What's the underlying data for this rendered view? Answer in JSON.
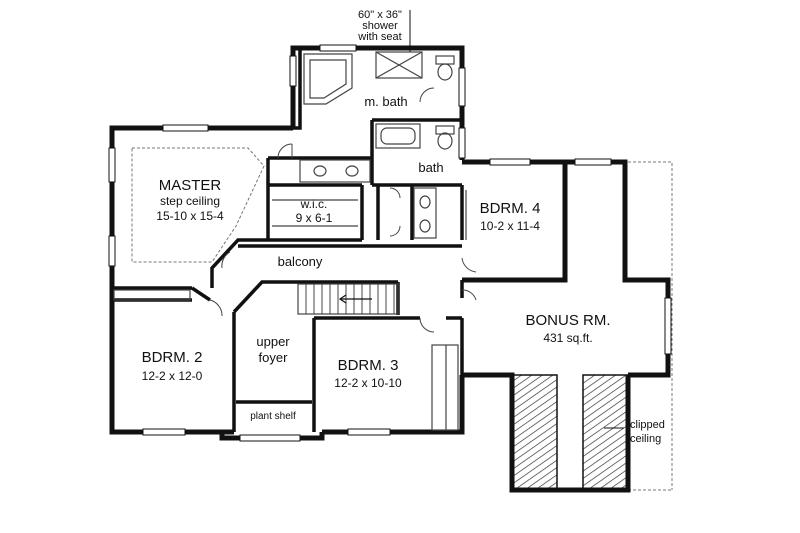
{
  "colors": {
    "wall": "#111111",
    "fixture": "#444444",
    "background": "#ffffff",
    "dashed": "#777777",
    "hatch": "#333333"
  },
  "annotation": {
    "line1": "60\" x 36\"",
    "line2": "shower",
    "line3": "with seat"
  },
  "rooms": {
    "m_bath": {
      "name": "m. bath"
    },
    "master": {
      "name": "MASTER",
      "note": "step ceiling",
      "size": "15-10 x 15-4"
    },
    "wic": {
      "name": "w.i.c.",
      "size": "9 x 6-1"
    },
    "bath": {
      "name": "bath"
    },
    "bdrm4": {
      "name": "BDRM. 4",
      "size": "10-2 x 11-4"
    },
    "balcony": {
      "name": "balcony"
    },
    "bonus": {
      "name": "BONUS RM.",
      "size": "431 sq.ft."
    },
    "bdrm2": {
      "name": "BDRM. 2",
      "size": "12-2 x 12-0"
    },
    "upper_foyer": {
      "line1": "upper",
      "line2": "foyer"
    },
    "bdrm3": {
      "name": "BDRM. 3",
      "size": "12-2 x 10-10"
    },
    "plant_shelf": {
      "name": "plant shelf"
    },
    "clipped": {
      "line1": "clipped",
      "line2": "ceiling"
    }
  }
}
